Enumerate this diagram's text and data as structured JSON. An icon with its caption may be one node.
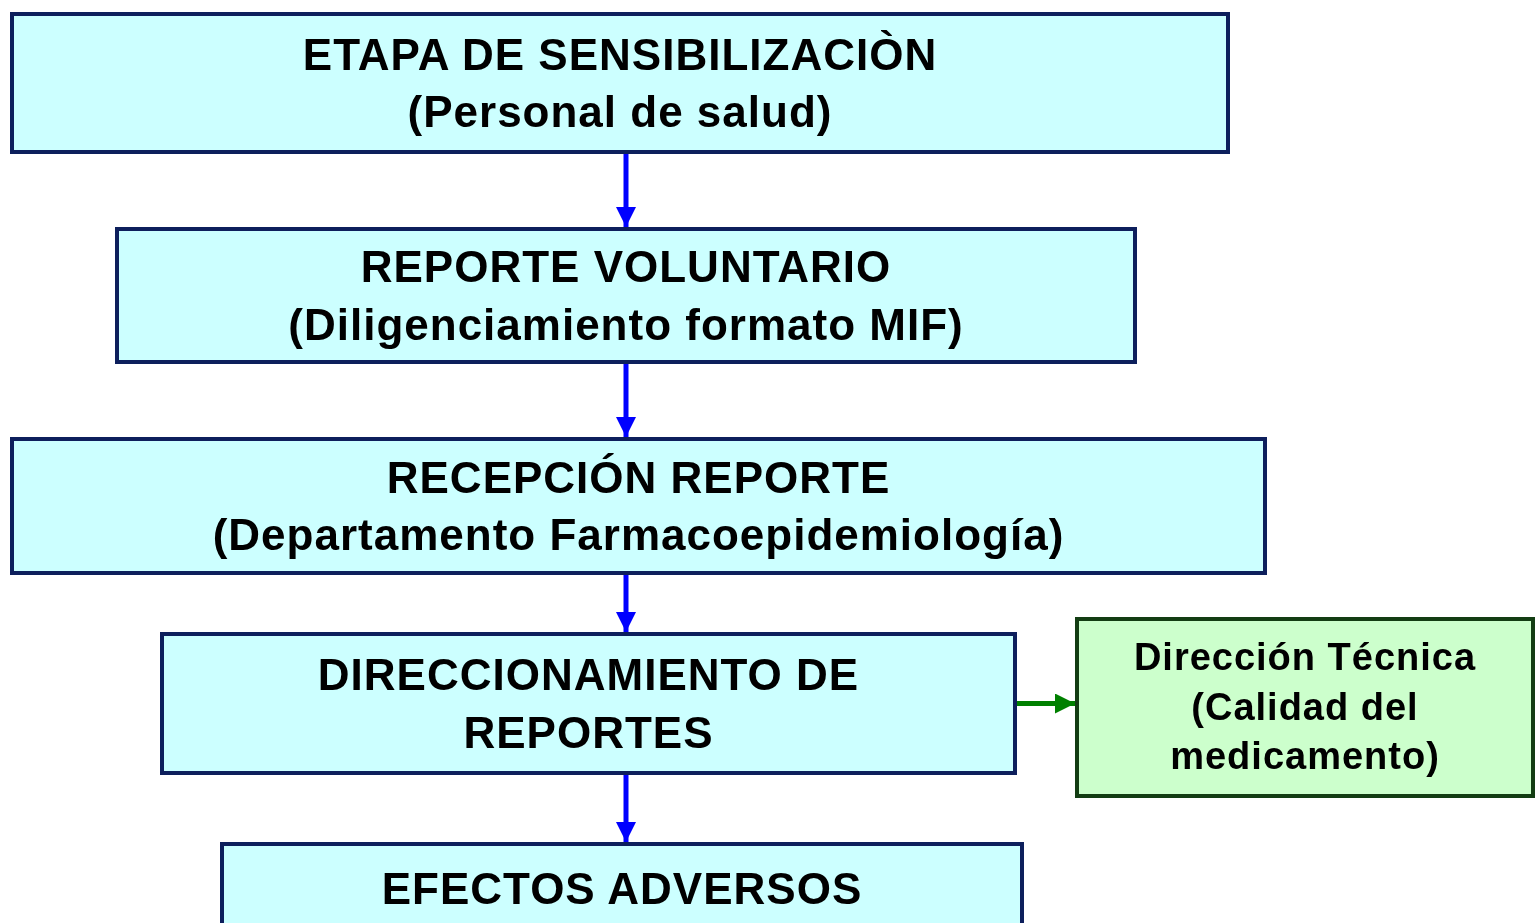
{
  "diagram": {
    "nodes": [
      {
        "text": [
          "ETAPA DE SENSIBILIZACIÒN",
          "(Personal de salud)"
        ]
      },
      {
        "text": [
          "REPORTE VOLUNTARIO",
          "(Diligenciamiento formato MIF)"
        ]
      },
      {
        "text": [
          "RECEPCIÓN REPORTE",
          "(Departamento Farmacoepidemiología)"
        ]
      },
      {
        "text": [
          "DIRECCIONAMIENTO DE REPORTES"
        ]
      },
      {
        "text": [
          "Dirección Técnica",
          "(Calidad del medicamento)"
        ]
      },
      {
        "text": [
          "EFECTOS ADVERSOS"
        ]
      }
    ],
    "edges": [
      {
        "from": 0,
        "to": 1,
        "arrow": "to"
      },
      {
        "from": 1,
        "to": 2,
        "arrow": "to"
      },
      {
        "from": 2,
        "to": 3,
        "arrow": "to"
      },
      {
        "from": 3,
        "to": 4,
        "arrow": "to",
        "color": "#008000"
      },
      {
        "from": 3,
        "to": 5,
        "arrow": "to"
      }
    ]
  }
}
